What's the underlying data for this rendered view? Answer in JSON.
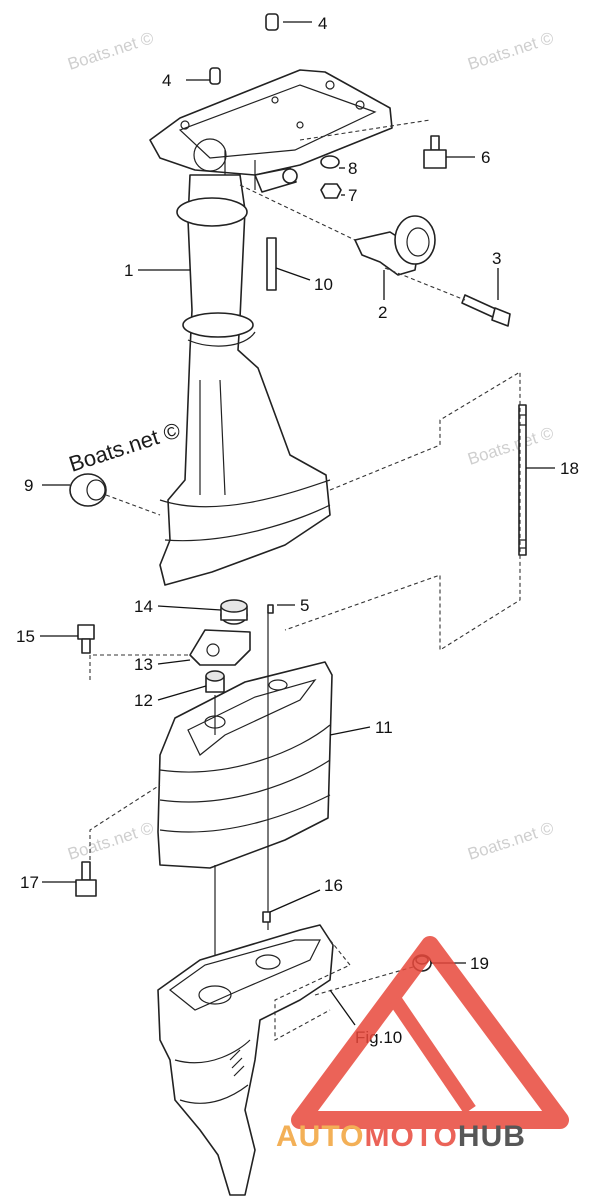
{
  "watermarks": {
    "small": "Boats.net ©",
    "large": "Boats.net ©"
  },
  "figure_label": "Fig.10",
  "brand": {
    "part1": "AUTO",
    "part2": "MOTO",
    "part3": "HUB",
    "color_orange": "#f2a33a",
    "color_red": "#e8483b",
    "color_dark": "#3a3a3a"
  },
  "callouts": {
    "c1": "1",
    "c2": "2",
    "c3": "3",
    "c4a": "4",
    "c4b": "4",
    "c5": "5",
    "c6": "6",
    "c7": "7",
    "c8": "8",
    "c9": "9",
    "c10": "10",
    "c11": "11",
    "c12": "12",
    "c13": "13",
    "c14": "14",
    "c15": "15",
    "c16": "16",
    "c17": "17",
    "c18": "18",
    "c19": "19"
  }
}
